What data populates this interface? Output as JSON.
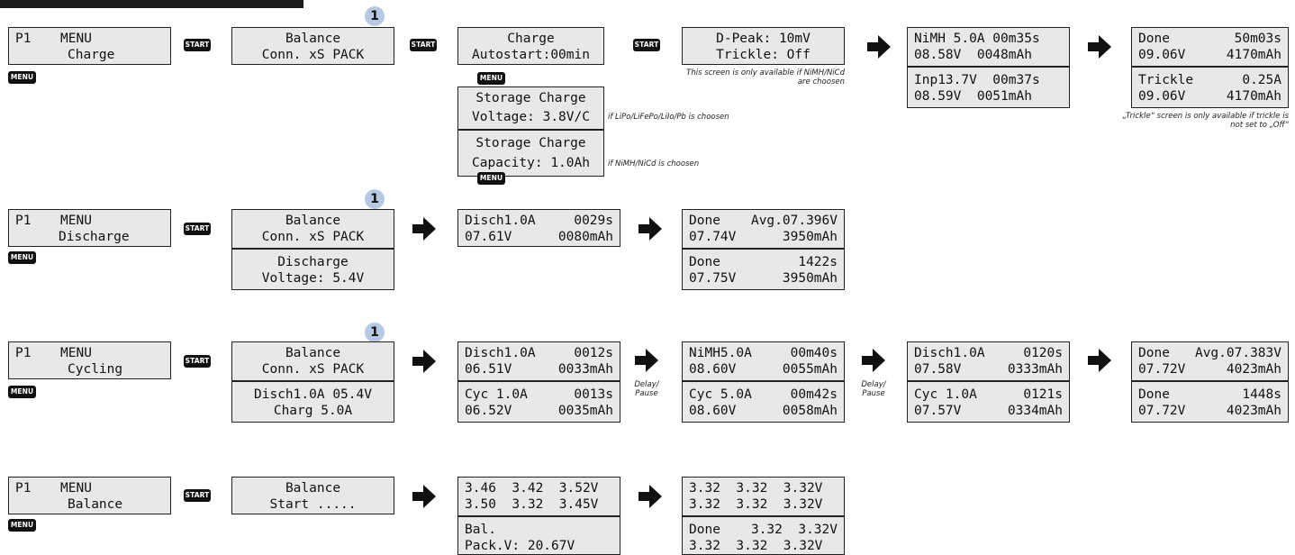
{
  "badge": "1",
  "buttons": {
    "start": "START",
    "menu": "MENU"
  },
  "delay_label": [
    "Delay/",
    "Pause"
  ],
  "rows": {
    "charge": {
      "menu": {
        "l1_left": "P1",
        "l1_u": "1",
        "l1_right": "MENU",
        "l2": "Charge"
      },
      "bal": {
        "l1": "Balance",
        "l2": "Conn. xS PACK"
      },
      "charge": {
        "l1": "Charge",
        "l2": "Autostart:00min"
      },
      "storage_v": {
        "l1": "Storage Charge",
        "l2": "Voltage: 3.8V/C"
      },
      "storage_c": {
        "l1": "Storage Charge",
        "l2": "Capacity: 1.0Ah"
      },
      "dpeak": {
        "l1": "D-Peak: 10mV",
        "l2": "Trickle: Off"
      },
      "run1": {
        "a": "NiMH 5.0A 00m35s",
        "b": "08.58V  0048mAh",
        "c": "Inp13.7V  00m37s",
        "d": "08.59V  0051mAh"
      },
      "done": {
        "a_l": "Done",
        "a_r": "50m03s",
        "b_l": "09.06V",
        "b_r": "4170mAh",
        "c_l": "Trickle",
        "c_r": "0.25A",
        "d_l": "09.06V",
        "d_r": "4170mAh"
      },
      "note_dpeak": "This screen is only available if NiMH/NiCd are choosen",
      "note_lipo": "if LiPo/LiFePo/LiIo/Pb is choosen",
      "note_nimh": "if NiMH/NiCd is choosen",
      "note_trickle": "„Trickle“ screen is only available if trickle is not set to „Off“"
    },
    "discharge": {
      "menu": {
        "l1_left": "P1",
        "l1_right": "MENU",
        "l2": "Discharge"
      },
      "bal": {
        "l1": "Balance",
        "l2": "Conn. xS PACK",
        "l3": "Discharge",
        "l4": "Voltage: 5.4V"
      },
      "run": {
        "a_l": "Disch1.0A",
        "a_r": "0029s",
        "b_l": "07.61V",
        "b_r": "0080mAh"
      },
      "done": {
        "a_l": "Done",
        "a_r": "Avg.07.396V",
        "b_l": "07.74V",
        "b_r": "3950mAh",
        "c_l": "Done",
        "c_r": "1422s",
        "d_l": "07.75V",
        "d_r": "3950mAh"
      }
    },
    "cycling": {
      "menu": {
        "l1_left": "P1",
        "l1_right": "MENU",
        "l2": "Cycling"
      },
      "bal": {
        "l1": "Balance",
        "l2": "Conn. xS PACK",
        "l3": "Disch1.0A 05.4V",
        "l4": "Charg 5.0A"
      },
      "s1": {
        "a_l": "Disch1.0A",
        "a_r": "0012s",
        "b_l": "06.51V",
        "b_r": "0033mAh",
        "c_l": "Cyc 1.0A",
        "c_r": "0013s",
        "d_l": "06.52V",
        "d_r": "0035mAh"
      },
      "s2": {
        "a_l": "NiMH5.0A",
        "a_r": "00m40s",
        "b_l": "08.60V",
        "b_r": "0055mAh",
        "c_l": "Cyc 5.0A",
        "c_r": "00m42s",
        "d_l": "08.60V",
        "d_r": "0058mAh"
      },
      "s3": {
        "a_l": "Disch1.0A",
        "a_r": "0120s",
        "b_l": "07.58V",
        "b_r": "0333mAh",
        "c_l": "Cyc 1.0A",
        "c_r": "0121s",
        "d_l": "07.57V",
        "d_r": "0334mAh"
      },
      "done": {
        "a_l": "Done",
        "a_r": "Avg.07.383V",
        "b_l": "07.72V",
        "b_r": "4023mAh",
        "c_l": "Done",
        "c_r": "1448s",
        "d_l": "07.72V",
        "d_r": "4023mAh"
      }
    },
    "balance": {
      "menu": {
        "l1_left": "P1",
        "l1_right": "MENU",
        "l2": "Balance"
      },
      "bal": {
        "l1": "Balance",
        "l2": "Start ....."
      },
      "cells": {
        "a": "3.46  3.42  3.52V",
        "b": "3.50  3.32  3.45V",
        "c": "Bal.",
        "d": "Pack.V: 20.67V"
      },
      "done": {
        "a": "3.32  3.32  3.32V",
        "b": "3.32  3.32  3.32V",
        "c_l": "Done",
        "c_r": "3.32  3.32V",
        "d": "3.32  3.32  3.32V"
      }
    }
  }
}
